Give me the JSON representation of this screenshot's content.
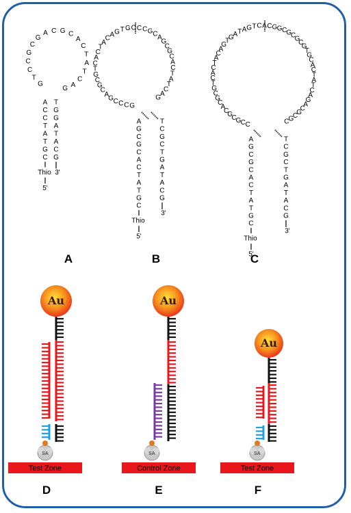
{
  "colors": {
    "frame": "#1f5fa8",
    "dna_black": "#111111",
    "dna_red": "#e8171c",
    "dna_blue": "#1ea0dc",
    "dna_purple": "#7a3aa3",
    "zone": "#e8171c",
    "sa_dot": "#e07a24"
  },
  "panels": {
    "A": {
      "label": "A"
    },
    "B": {
      "label": "B"
    },
    "C": {
      "label": "C"
    },
    "D": {
      "label": "D",
      "au": "Au",
      "sa": "SA",
      "zone": "Test Zone"
    },
    "E": {
      "label": "E",
      "au": "Au",
      "sa": "SA",
      "zone": "Control Zone"
    },
    "F": {
      "label": "F",
      "au": "Au",
      "sa": "SA",
      "zone": "Test Zone"
    }
  },
  "hairpins": {
    "A": {
      "loop": [
        "G",
        "T",
        "C",
        "C",
        "G",
        "C",
        "G",
        "A",
        "C",
        "G",
        "C",
        "A",
        "C",
        "T",
        "A",
        "T",
        "C",
        "A",
        "G"
      ],
      "stem_left": [
        "A",
        "C",
        "C",
        "T",
        "A",
        "T",
        "G",
        "C"
      ],
      "stem_right": [
        "T",
        "G",
        "G",
        "A",
        "T",
        "A",
        "C",
        "G"
      ],
      "end_left": "Thio",
      "end_right": "3'",
      "end_bottom": "5'"
    },
    "B": {
      "loop": [
        "G",
        "C",
        "C",
        "C",
        "G",
        "A",
        "C",
        "G",
        "C",
        "G",
        "T",
        "C",
        "A",
        "C",
        "T",
        "A",
        "C",
        "A",
        "G",
        "T",
        "G",
        "C",
        "C",
        "C",
        "G",
        "C",
        "A",
        "G",
        "C",
        "G",
        "C",
        "A",
        "C",
        "T",
        "A",
        "T",
        "C",
        "A",
        "G"
      ],
      "stem_left": [
        "A",
        "G",
        "C",
        "G",
        "C",
        "A",
        "C",
        "T",
        "A",
        "T",
        "G",
        "C"
      ],
      "stem_right": [
        "T",
        "C",
        "G",
        "C",
        "T",
        "G",
        "A",
        "T",
        "A",
        "C",
        "G"
      ],
      "end_left": "Thio",
      "end_right": "3'",
      "end_bottom": "5'"
    },
    "C": {
      "loop": [
        "C",
        "C",
        "G",
        "C",
        "G",
        "C",
        "A",
        "C",
        "G",
        "C",
        "G",
        "T",
        "C",
        "A",
        "C",
        "T",
        "A",
        "C",
        "A",
        "G",
        "T",
        "G",
        "A",
        "T",
        "A",
        "G",
        "T",
        "C",
        "A",
        "C",
        "G",
        "G",
        "C",
        "G",
        "C",
        "G",
        "C",
        "G",
        "T",
        "G",
        "C",
        "A",
        "C",
        "T",
        "A",
        "T",
        "C",
        "A",
        "G",
        "A",
        "C",
        "G",
        "C",
        "G",
        "C"
      ],
      "stem_left": [
        "A",
        "G",
        "C",
        "G",
        "C",
        "A",
        "C",
        "T",
        "A",
        "T",
        "G",
        "C"
      ],
      "stem_right": [
        "T",
        "C",
        "G",
        "C",
        "T",
        "G",
        "A",
        "T",
        "A",
        "C",
        "G"
      ],
      "end_left": "Thio",
      "end_right": "3'",
      "end_bottom": "5'"
    }
  }
}
